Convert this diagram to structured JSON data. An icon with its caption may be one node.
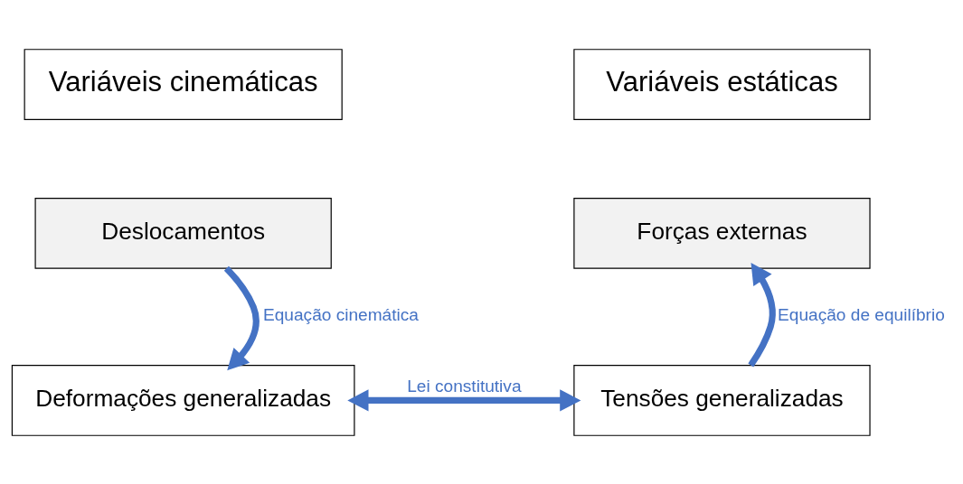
{
  "diagram": {
    "nodes": [
      {
        "text": [
          "Variáveis cinemáticas"
        ]
      },
      {
        "text": [
          "Variáveis estáticas"
        ]
      },
      {
        "text": [
          "Deslocamentos"
        ]
      },
      {
        "text": [
          "Forças externas"
        ]
      },
      {
        "text": [
          "Deformações generalizadas"
        ]
      },
      {
        "text": [
          "Tensões generalizadas"
        ]
      }
    ],
    "edges": [
      {
        "from": 2,
        "to": 4,
        "arrow": "to",
        "label": "Equação cinemática"
      },
      {
        "from": 5,
        "to": 3,
        "arrow": "to",
        "label": "Equação de equilíbrio"
      },
      {
        "from": 4,
        "to": 5,
        "arrow": "both",
        "label": "Lei constitutiva"
      }
    ]
  }
}
